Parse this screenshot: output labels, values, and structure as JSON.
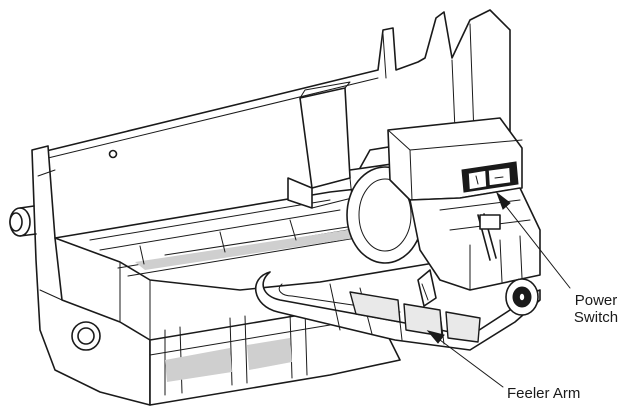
{
  "labels": {
    "power_switch_line1": "Power",
    "power_switch_line2": "Switch",
    "feeler_arm": "Feeler Arm"
  },
  "colors": {
    "stroke": "#1a1a1a",
    "background": "#ffffff",
    "shading": "#cfcfcf"
  }
}
